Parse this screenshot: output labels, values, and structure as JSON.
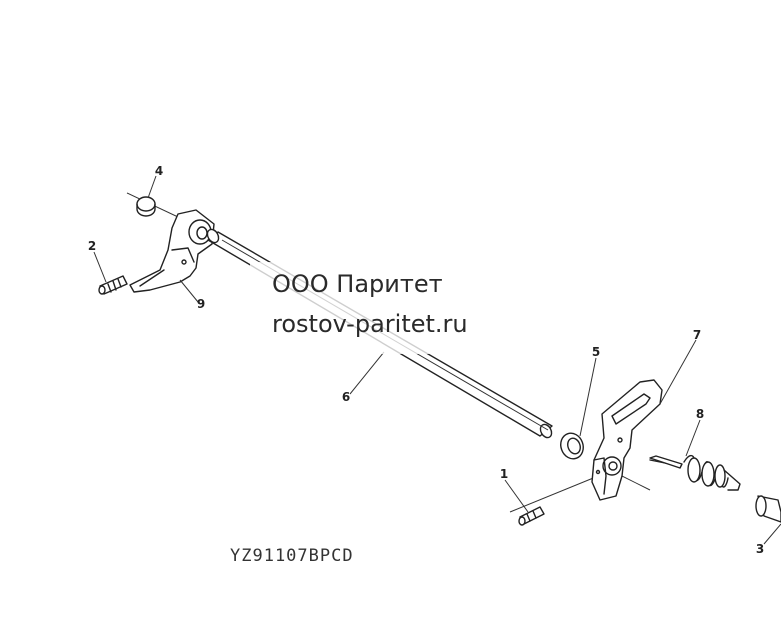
{
  "callouts": [
    {
      "id": "1",
      "label": "1"
    },
    {
      "id": "2",
      "label": "2"
    },
    {
      "id": "3",
      "label": "3"
    },
    {
      "id": "4",
      "label": "4"
    },
    {
      "id": "5",
      "label": "5"
    },
    {
      "id": "6",
      "label": "6"
    },
    {
      "id": "7",
      "label": "7"
    },
    {
      "id": "8",
      "label": "8"
    },
    {
      "id": "9",
      "label": "9"
    }
  ],
  "part_number": "YZ91107BPCD",
  "watermark": {
    "company": "ООО Паритет",
    "site": "rostov-paritet.ru"
  },
  "colors": {
    "line": "#222222",
    "background": "#ffffff"
  }
}
